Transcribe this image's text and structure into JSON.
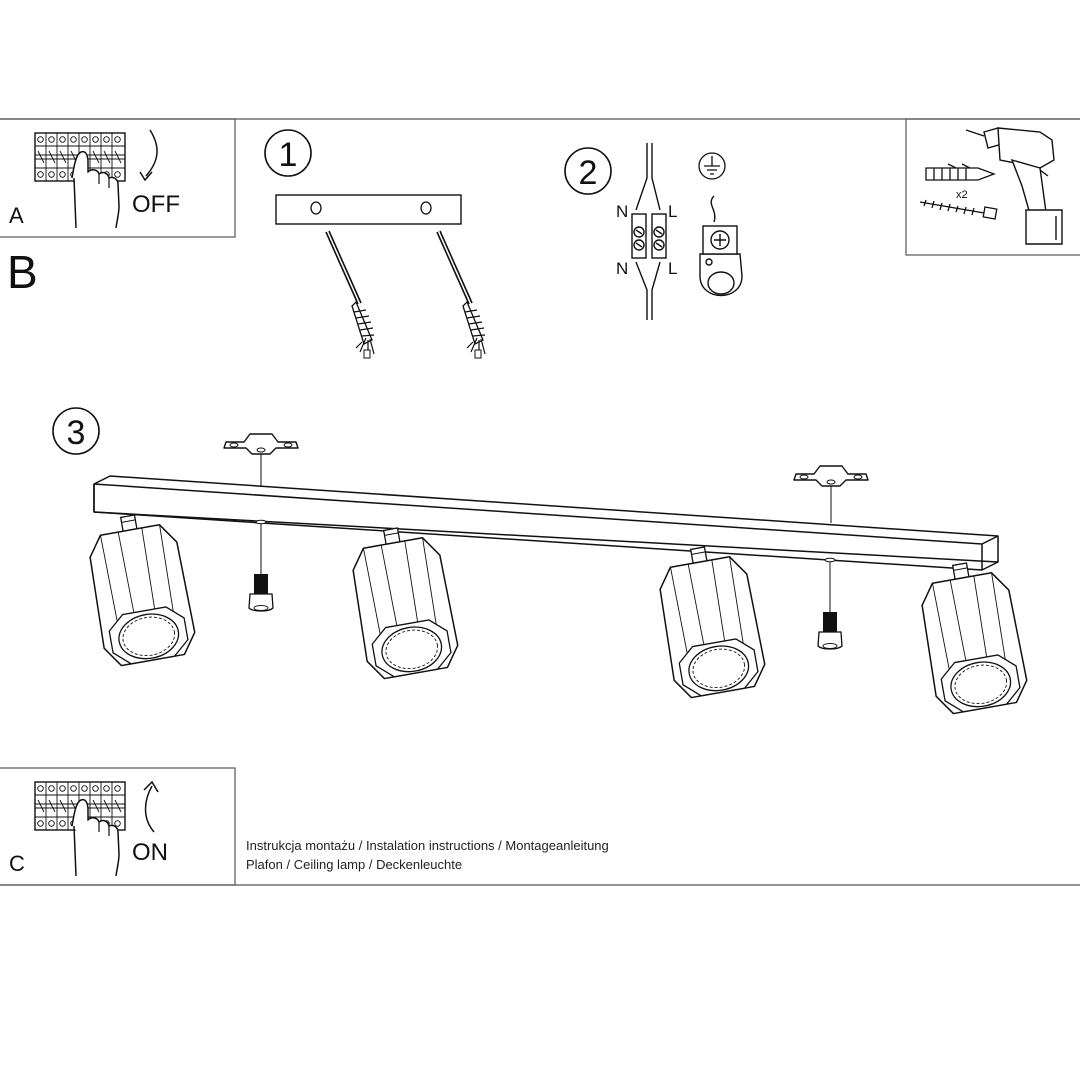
{
  "panel_a": {
    "letter": "A",
    "action": "OFF"
  },
  "section_b": {
    "letter": "B"
  },
  "panel_c": {
    "letter": "C",
    "action": "ON"
  },
  "steps": {
    "one": "1",
    "two": "2",
    "three": "3"
  },
  "wiring": {
    "neutral": "N",
    "live": "L"
  },
  "tools": {
    "quantity": "x2"
  },
  "footer": {
    "line1": "Instrukcja montażu / Instalation instructions / Montageanleitung",
    "line2": "Plafon / Ceiling lamp / Deckenleuchte"
  },
  "colors": {
    "ink": "#111111",
    "rule": "#555555",
    "paper": "#ffffff"
  }
}
